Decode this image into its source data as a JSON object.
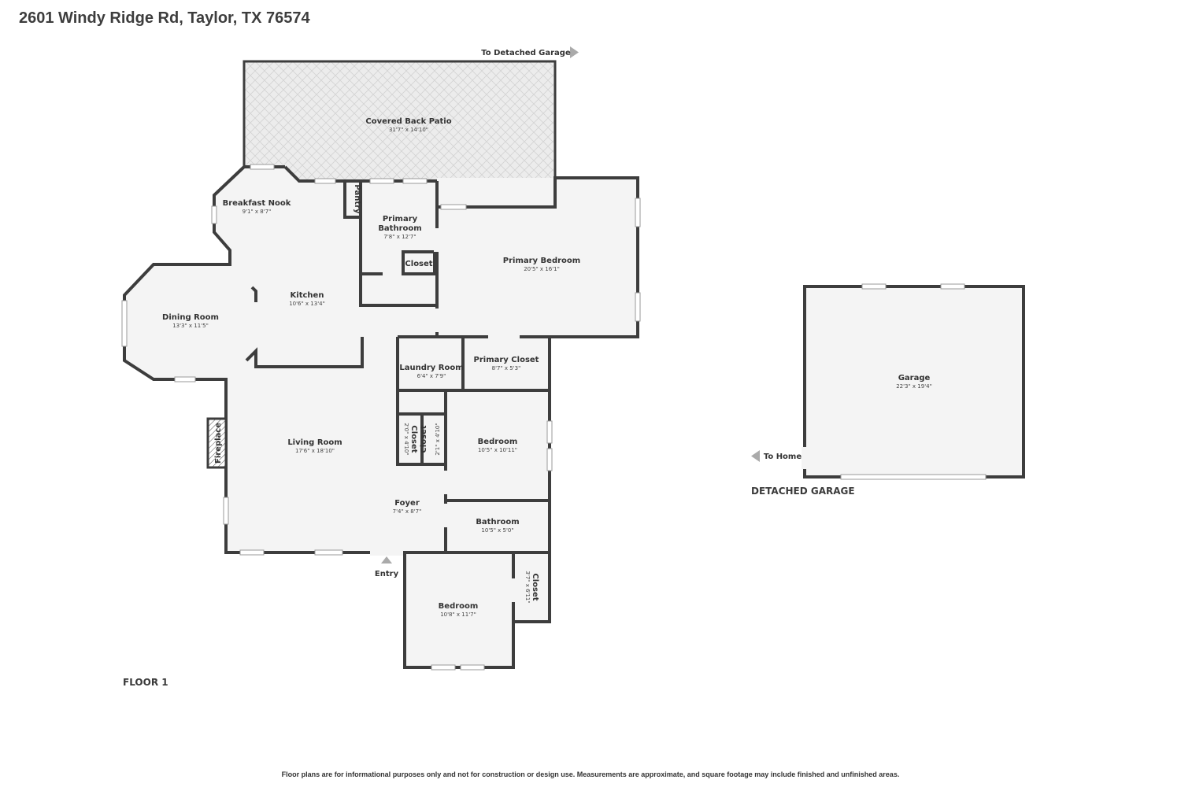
{
  "title": "2601 Windy Ridge Rd, Taylor, TX 76574",
  "floor_label": "FLOOR 1",
  "detached_label": "DETACHED GARAGE",
  "entry_label": "Entry",
  "to_garage_label": "To Detached Garage",
  "to_home_label": "To Home",
  "disclaimer": "Floor plans are for informational purposes only and not for construction or design use. Measurements are approximate, and square footage may include finished and unfinished areas.",
  "rooms": {
    "patio": {
      "name": "Covered Back Patio",
      "dim": "31'7\" x 14'10\""
    },
    "nook": {
      "name": "Breakfast Nook",
      "dim": "9'1\" x 8'7\""
    },
    "pantry": {
      "name": "Pantry"
    },
    "primary_bath": {
      "name1": "Primary",
      "name2": "Bathroom",
      "dim": "7'8\" x 12'7\""
    },
    "primary_bath_closet": {
      "name": "Closet"
    },
    "primary_bed": {
      "name": "Primary Bedroom",
      "dim": "20'5\" x 16'1\""
    },
    "dining": {
      "name": "Dining Room",
      "dim": "13'3\" x 11'5\""
    },
    "kitchen": {
      "name": "Kitchen",
      "dim": "10'6\" x 13'4\""
    },
    "laundry": {
      "name": "Laundry Room",
      "dim": "6'4\" x 7'9\""
    },
    "primary_closet": {
      "name": "Primary Closet",
      "dim": "8'7\" x 5'3\""
    },
    "living": {
      "name": "Living Room",
      "dim": "17'6\" x 18'10\""
    },
    "fireplace": {
      "name": "Fireplace"
    },
    "closet_a": {
      "name": "Closet",
      "dim": "2'0\" x 4'10\""
    },
    "closet_b": {
      "name": "Closet",
      "dim": "2'1\" x 4'10\""
    },
    "bedroom2": {
      "name": "Bedroom",
      "dim": "10'5\" x 10'11\""
    },
    "foyer": {
      "name": "Foyer",
      "dim": "7'4\" x 8'7\""
    },
    "bathroom": {
      "name": "Bathroom",
      "dim": "10'5\" x 5'0\""
    },
    "bedroom3": {
      "name": "Bedroom",
      "dim": "10'8\" x 11'7\""
    },
    "closet_c": {
      "name": "Closet",
      "dim": "3'7\" x 6'11\""
    },
    "garage": {
      "name": "Garage",
      "dim": "22'3\" x 19'4\""
    }
  },
  "colors": {
    "wall": "#3d3d3d",
    "floor": "#f4f4f4",
    "patio": "#ebebeb",
    "window": "#ffffff"
  }
}
